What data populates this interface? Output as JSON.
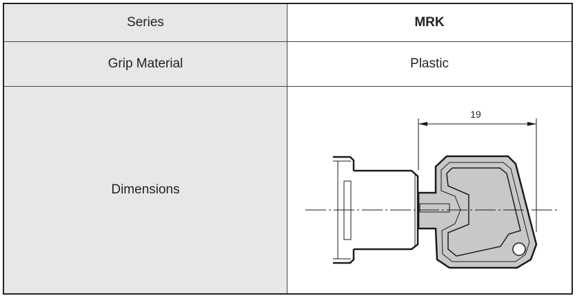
{
  "table": {
    "rows": [
      {
        "label": "Series",
        "value": "MRK"
      },
      {
        "label": "Grip Material",
        "value": "Plastic"
      },
      {
        "label": "Dimensions",
        "dimension_value": "19"
      }
    ]
  },
  "colors": {
    "label_bg": "#e6e7e8",
    "key_fill": "#c8c8c8"
  }
}
